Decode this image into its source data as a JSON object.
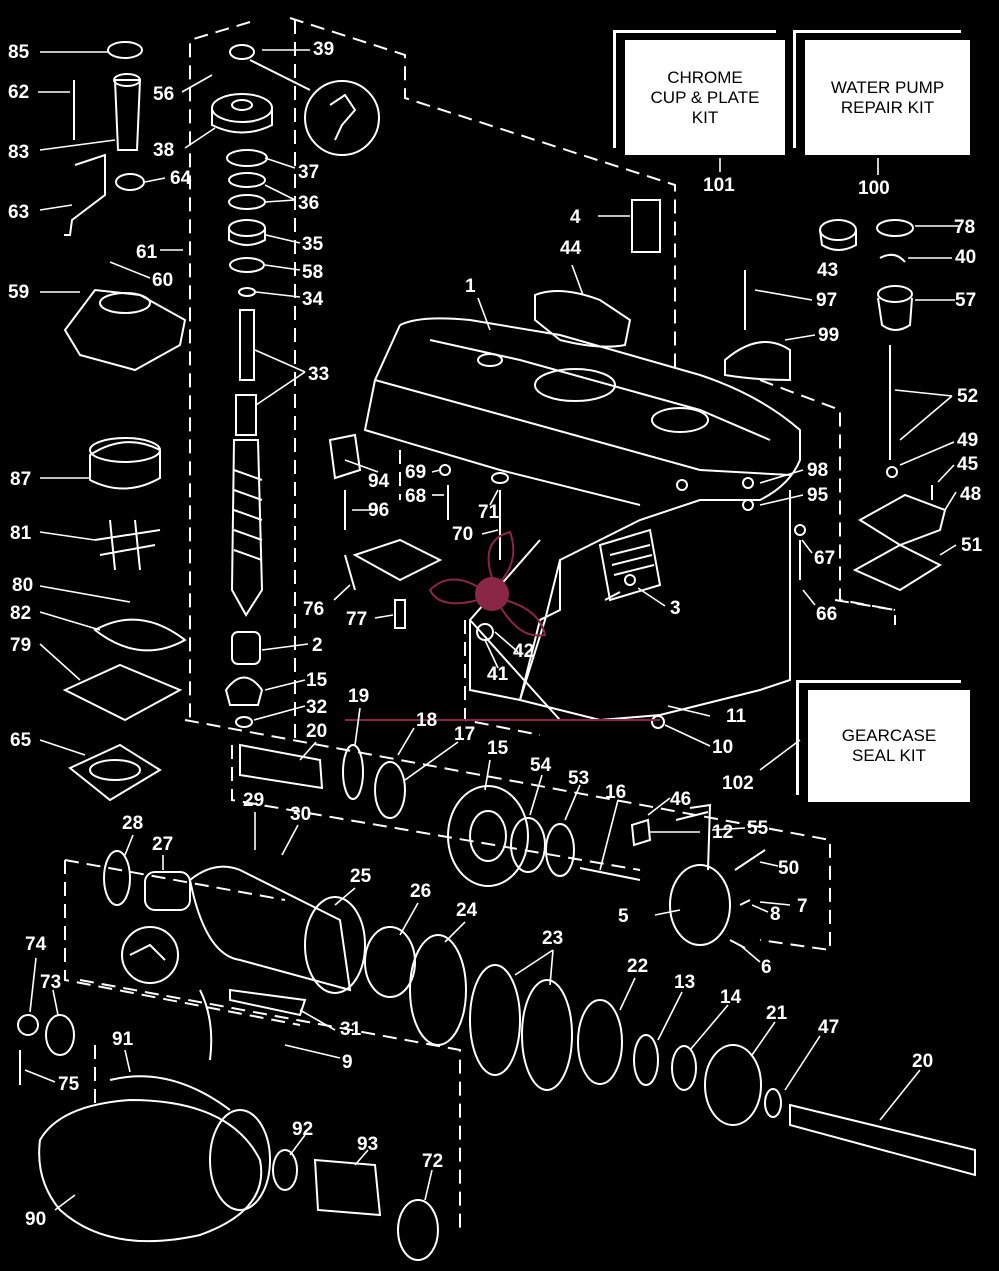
{
  "kits": {
    "chrome": {
      "line1": "CHROME",
      "line2": "CUP & PLATE",
      "line3": "KIT",
      "number": "101"
    },
    "water_pump": {
      "line1": "WATER PUMP",
      "line2": "REPAIR KIT",
      "number": "100"
    },
    "gearcase_seal": {
      "line1": "GEARCASE",
      "line2": "SEAL KIT",
      "number": "102"
    }
  },
  "callouts": [
    "85",
    "62",
    "83",
    "63",
    "56",
    "39",
    "38",
    "64",
    "37",
    "36",
    "35",
    "58",
    "34",
    "33",
    "61",
    "60",
    "59",
    "87",
    "81",
    "80",
    "82",
    "79",
    "65",
    "2",
    "15",
    "32",
    "20",
    "19",
    "18",
    "17",
    "29",
    "30",
    "28",
    "27",
    "25",
    "26",
    "24",
    "23",
    "22",
    "13",
    "14",
    "21",
    "47",
    "20",
    "74",
    "73",
    "75",
    "91",
    "90",
    "92",
    "93",
    "72",
    "31",
    "9",
    "15",
    "54",
    "53",
    "16",
    "46",
    "12",
    "55",
    "50",
    "5",
    "7",
    "8",
    "6",
    "11",
    "10",
    "4",
    "44",
    "1",
    "94",
    "96",
    "69",
    "68",
    "71",
    "70",
    "76",
    "77",
    "3",
    "42",
    "41",
    "43",
    "78",
    "40",
    "57",
    "97",
    "99",
    "52",
    "49",
    "45",
    "48",
    "98",
    "95",
    "67",
    "66",
    "51"
  ]
}
